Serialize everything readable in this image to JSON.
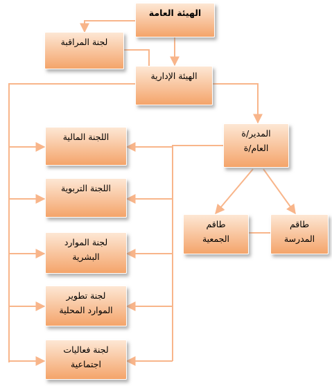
{
  "nodes": {
    "general_assembly": "الهيئة العامة",
    "supervisory_committee": "لجنة المراقبة",
    "administrative_board": "الهيئة الإدارية",
    "director": "المدير/ة\nالعام/ة",
    "finance_committee": "اللجنة المالية",
    "education_committee": "اللجنة التربوية",
    "hr_committee": "لجنة الموارد\nالبشرية",
    "local_resources_committee": "لجنة تطوير\nالموارد المحلية",
    "social_events_committee": "لجنة فعاليات\nاجتماعية",
    "association_staff": "طاقم\nالجمعية",
    "school_staff": "طاقم\nالمدرسة"
  },
  "colors": {
    "line": "#f8b58a",
    "box_top": "#fde7d4",
    "box_bottom": "#f4a46a"
  }
}
